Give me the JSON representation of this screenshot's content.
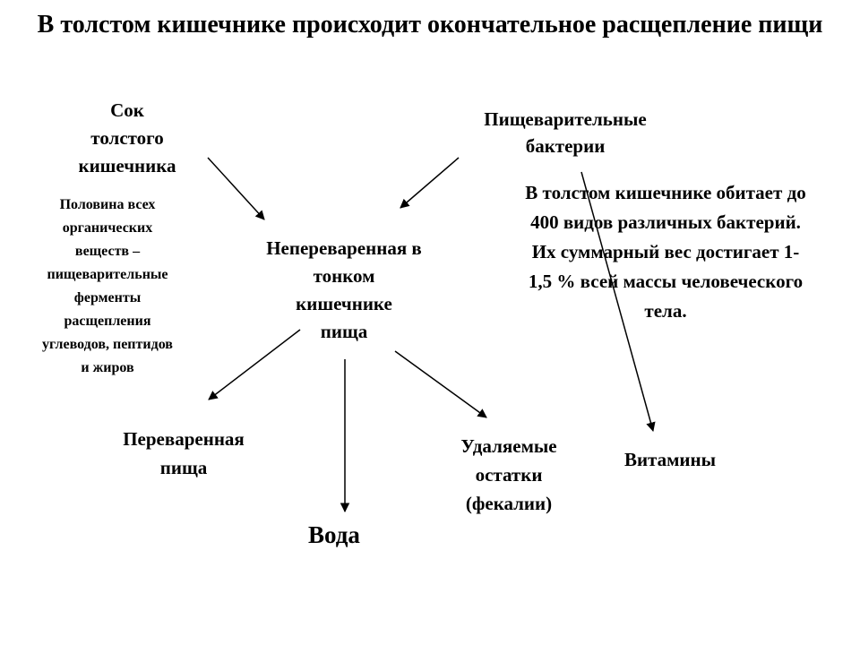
{
  "title": "В толстом кишечнике происходит окончательное расщепление пищи",
  "nodes": {
    "juice": [
      "Сок",
      "толстого",
      "кишечника"
    ],
    "juice_note": [
      "Половина всех",
      "органических",
      "веществ –",
      "пищеварительные",
      "ферменты",
      "расщепления",
      "углеводов,  пептидов",
      "и жиров"
    ],
    "bacteria": [
      "Пищеварительные",
      "бактерии"
    ],
    "bacteria_note": [
      "В толстом кишечнике обитает до",
      "400 видов различных бактерий.",
      "Их суммарный вес достигает 1-",
      "1,5 % всей массы человеческого",
      "тела."
    ],
    "undigested": [
      "Непереваренная в",
      "тонком",
      "кишечнике",
      "пища"
    ],
    "digested": [
      "Переваренная",
      "пища"
    ],
    "water": [
      "Вода"
    ],
    "feces": [
      "Удаляемые",
      "остатки",
      "(фекалии)"
    ],
    "vitamins": [
      "Витамины"
    ]
  },
  "edges": [
    {
      "from": "juice",
      "to": "undigested"
    },
    {
      "from": "bacteria",
      "to": "undigested"
    },
    {
      "from": "undigested",
      "to": "digested"
    },
    {
      "from": "undigested",
      "to": "water"
    },
    {
      "from": "undigested",
      "to": "feces"
    },
    {
      "from": "bacteria",
      "to": "vitamins"
    }
  ]
}
